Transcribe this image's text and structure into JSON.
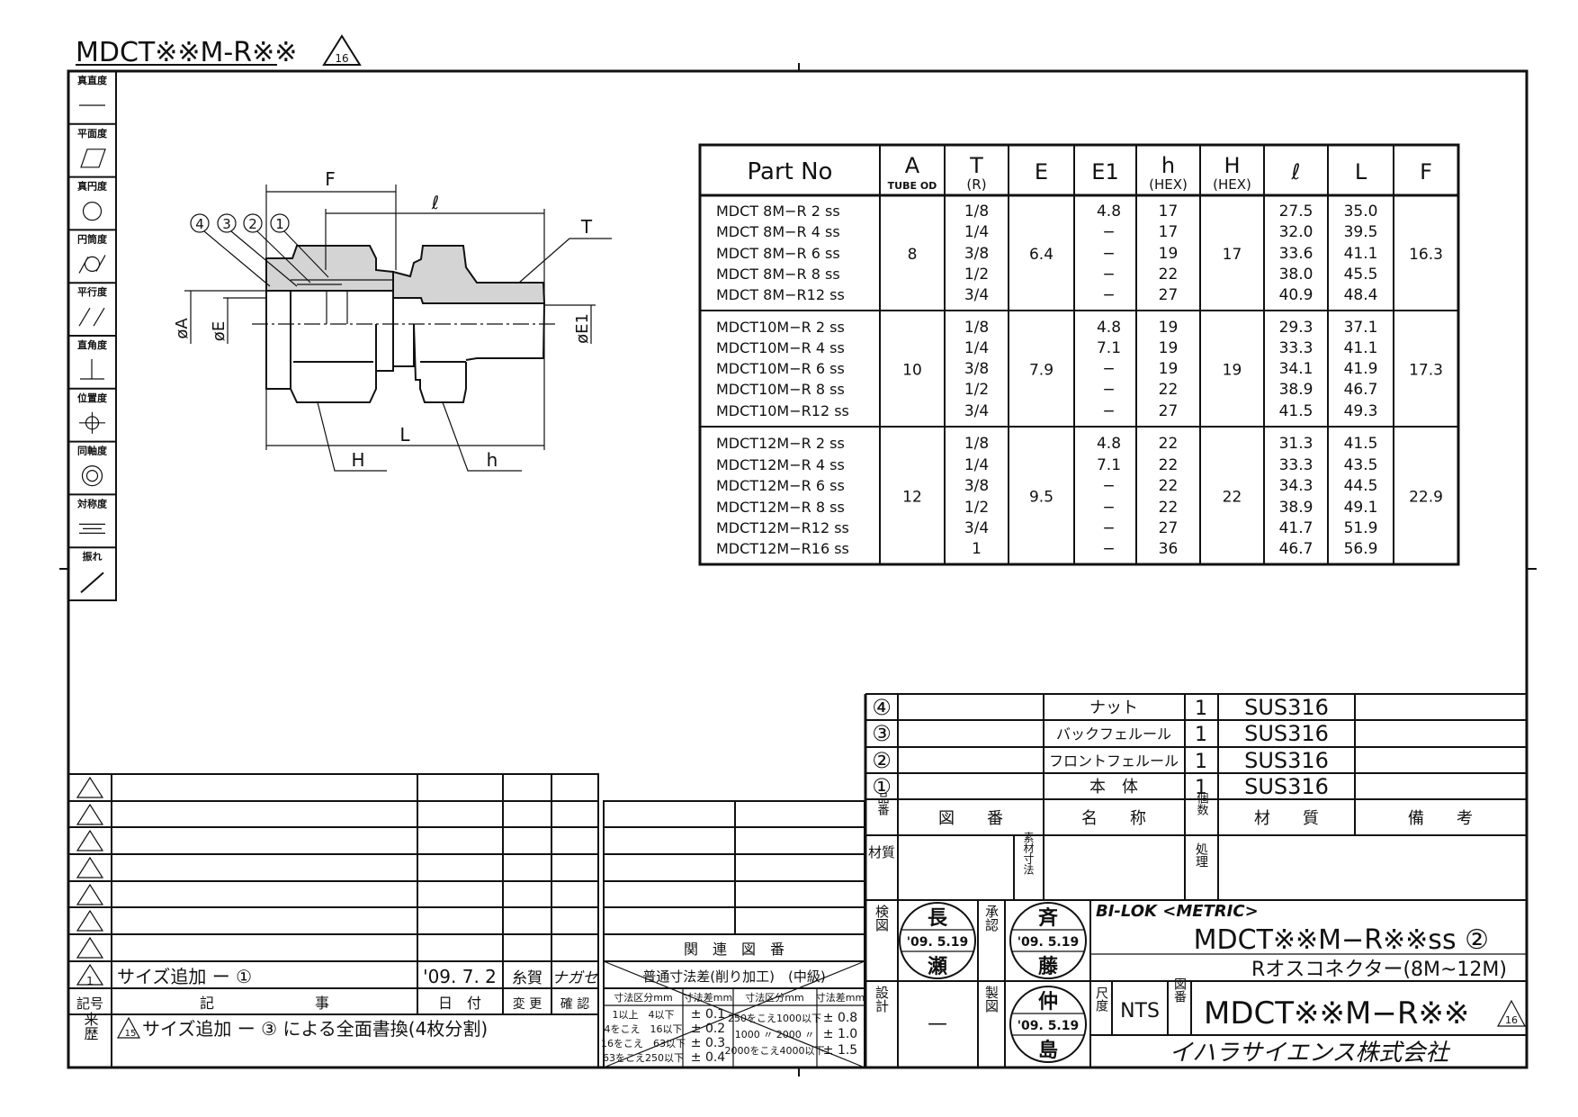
{
  "title": {
    "code": "MDCT※※M-R※※",
    "revision_mark": "16"
  },
  "gdt_symbols": [
    {
      "label": "真直度",
      "icon": "straightness-icon"
    },
    {
      "label": "平面度",
      "icon": "flatness-icon"
    },
    {
      "label": "真円度",
      "icon": "circularity-icon"
    },
    {
      "label": "円筒度",
      "icon": "cylindricity-icon"
    },
    {
      "label": "平行度",
      "icon": "parallelism-icon"
    },
    {
      "label": "直角度",
      "icon": "perpendicularity-icon"
    },
    {
      "label": "位置度",
      "icon": "position-icon"
    },
    {
      "label": "同軸度",
      "icon": "concentricity-icon"
    },
    {
      "label": "対称度",
      "icon": "symmetry-icon"
    },
    {
      "label": "振れ",
      "icon": "runout-icon"
    }
  ],
  "drawing": {
    "dim_F": "F",
    "dim_l": "ℓ",
    "dim_T": "T",
    "dim_L": "L",
    "dim_H": "H",
    "dim_h": "h",
    "dim_A": "øA",
    "dim_E": "øE",
    "dim_E1": "øE1",
    "balloons": [
      "4",
      "3",
      "2",
      "1"
    ]
  },
  "spec_table": {
    "headers": [
      {
        "main": "Part No",
        "sub": ""
      },
      {
        "main": "A",
        "sub": "TUBE OD"
      },
      {
        "main": "T",
        "sub": "(R)"
      },
      {
        "main": "E",
        "sub": ""
      },
      {
        "main": "E1",
        "sub": ""
      },
      {
        "main": "h",
        "sub": "(HEX)"
      },
      {
        "main": "H",
        "sub": "(HEX)"
      },
      {
        "main": "ℓ",
        "sub": ""
      },
      {
        "main": "L",
        "sub": ""
      },
      {
        "main": "F",
        "sub": ""
      }
    ],
    "groups": [
      {
        "A": "8",
        "E": "6.4",
        "H": "17",
        "F": "16.3",
        "rows": [
          {
            "part": "MDCT 8M−R 2 ss",
            "T": "1/8",
            "E1": "4.8",
            "h": "17",
            "l": "27.5",
            "L": "35.0"
          },
          {
            "part": "MDCT 8M−R 4 ss",
            "T": "1/4",
            "E1": "−",
            "h": "17",
            "l": "32.0",
            "L": "39.5"
          },
          {
            "part": "MDCT 8M−R 6 ss",
            "T": "3/8",
            "E1": "−",
            "h": "19",
            "l": "33.6",
            "L": "41.1"
          },
          {
            "part": "MDCT 8M−R 8 ss",
            "T": "1/2",
            "E1": "−",
            "h": "22",
            "l": "38.0",
            "L": "45.5"
          },
          {
            "part": "MDCT 8M−R12 ss",
            "T": "3/4",
            "E1": "−",
            "h": "27",
            "l": "40.9",
            "L": "48.4"
          }
        ]
      },
      {
        "A": "10",
        "E": "7.9",
        "H": "19",
        "F": "17.3",
        "rows": [
          {
            "part": "MDCT10M−R 2 ss",
            "T": "1/8",
            "E1": "4.8",
            "h": "19",
            "l": "29.3",
            "L": "37.1"
          },
          {
            "part": "MDCT10M−R 4 ss",
            "T": "1/4",
            "E1": "7.1",
            "h": "19",
            "l": "33.3",
            "L": "41.1"
          },
          {
            "part": "MDCT10M−R 6 ss",
            "T": "3/8",
            "E1": "−",
            "h": "19",
            "l": "34.1",
            "L": "41.9"
          },
          {
            "part": "MDCT10M−R 8 ss",
            "T": "1/2",
            "E1": "−",
            "h": "22",
            "l": "38.9",
            "L": "46.7"
          },
          {
            "part": "MDCT10M−R12 ss",
            "T": "3/4",
            "E1": "−",
            "h": "27",
            "l": "41.5",
            "L": "49.3"
          }
        ]
      },
      {
        "A": "12",
        "E": "9.5",
        "H": "22",
        "F": "22.9",
        "rows": [
          {
            "part": "MDCT12M−R 2 ss",
            "T": "1/8",
            "E1": "4.8",
            "h": "22",
            "l": "31.3",
            "L": "41.5"
          },
          {
            "part": "MDCT12M−R 4 ss",
            "T": "1/4",
            "E1": "7.1",
            "h": "22",
            "l": "33.3",
            "L": "43.5"
          },
          {
            "part": "MDCT12M−R 6 ss",
            "T": "3/8",
            "E1": "−",
            "h": "22",
            "l": "34.3",
            "L": "44.5"
          },
          {
            "part": "MDCT12M−R 8 ss",
            "T": "1/2",
            "E1": "−",
            "h": "22",
            "l": "38.9",
            "L": "49.1"
          },
          {
            "part": "MDCT12M−R12 ss",
            "T": "3/4",
            "E1": "−",
            "h": "27",
            "l": "41.7",
            "L": "51.9"
          },
          {
            "part": "MDCT12M−R16 ss",
            "T": "1",
            "E1": "−",
            "h": "36",
            "l": "46.7",
            "L": "56.9"
          }
        ]
      }
    ]
  },
  "parts_list": {
    "items": [
      {
        "no": "④",
        "drawing_no": "",
        "name": "ナット",
        "qty": "1",
        "material": "SUS316",
        "remarks": ""
      },
      {
        "no": "③",
        "drawing_no": "",
        "name": "バックフェルール",
        "qty": "1",
        "material": "SUS316",
        "remarks": ""
      },
      {
        "no": "②",
        "drawing_no": "",
        "name": "フロントフェルール",
        "qty": "1",
        "material": "SUS316",
        "remarks": ""
      },
      {
        "no": "①",
        "drawing_no": "",
        "name": "本　体",
        "qty": "1",
        "material": "SUS316",
        "remarks": ""
      }
    ],
    "header": {
      "no": "品番",
      "drawing_no": "図　　番",
      "name": "名　　称",
      "qty": "個数",
      "material": "材　　質",
      "remarks": "備　　考"
    }
  },
  "title_block": {
    "material_label": "材質",
    "blank_size_label": "素材寸法",
    "treatment_label": "処理",
    "inspect_label": "検図",
    "approve_label": "承認",
    "design_label": "設計",
    "drafting_label": "製図",
    "design_value": "—",
    "stamps": [
      {
        "top": "長",
        "date": "'09. 5.19",
        "bottom": "瀬"
      },
      {
        "top": "斉",
        "date": "'09. 5.19",
        "bottom": "藤"
      },
      {
        "top": "仲",
        "date": "'09. 5.19",
        "bottom": "島"
      }
    ],
    "brand": "BI-LOK <METRIC>",
    "product_code": "MDCT※※M−R※※ss ②",
    "product_name": "Rオスコネクター(8M~12M)",
    "scale_label": "尺度",
    "scale_value": "NTS",
    "drawing_no_label": "図番",
    "drawing_no": "MDCT※※M−R※※",
    "drawing_rev": "16",
    "company": "イハラサイエンス株式会社"
  },
  "related": {
    "label": "関　連　図　番"
  },
  "tolerance": {
    "title": "普通寸法差(削り加工)　(中級)",
    "headers": [
      "寸法区分mm",
      "寸法差mm",
      "寸法区分mm",
      "寸法差mm"
    ],
    "left_ranges": [
      "1以上　4以下",
      "4をこえ　16以下",
      "16をこえ　63以下",
      "63をこえ250以下"
    ],
    "left_values": [
      "± 0.1",
      "± 0.2",
      "± 0.3",
      "± 0.4"
    ],
    "right_ranges": [
      "250をこえ1000以下",
      "1000 〃 2000 〃",
      "2000をこえ4000以下"
    ],
    "right_values": [
      "± 0.8",
      "± 1.0",
      "± 1.5"
    ]
  },
  "revisions": {
    "entries": [
      {
        "mark": "1",
        "description": "サイズ追加 ー ①",
        "date": "'09. 7. 2",
        "changed_by": "糸賀",
        "checked_by": "ナガセ"
      }
    ],
    "header": {
      "mark": "記号",
      "description": "記　　　　　　　事",
      "date": "日　付",
      "changed": "変 更",
      "checked": "確 認"
    },
    "history_label": "来歴",
    "history_mark": "15",
    "history_text": "サイズ追加 ー ③ による全面書換(4枚分割)"
  }
}
